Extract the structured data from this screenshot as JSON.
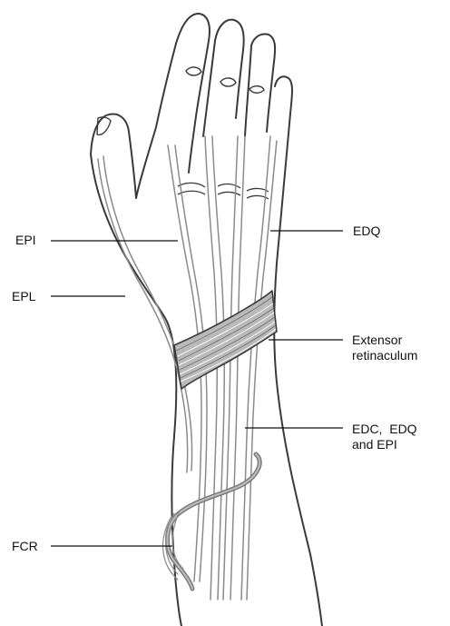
{
  "labels": {
    "epi": "EPI",
    "epl": "EPL",
    "fcr": "FCR",
    "edq": "EDQ",
    "extensor_retinaculum": [
      "Extensor",
      "retinaculum"
    ],
    "edc_edq_epi": [
      "EDC,  EDQ",
      "and EPI"
    ]
  },
  "colors": {
    "outline": "#3a3a3a",
    "tendon": "#8a8a8a",
    "band_fill": "#b9b9b9",
    "leader": "#111111",
    "background": "#ffffff"
  }
}
